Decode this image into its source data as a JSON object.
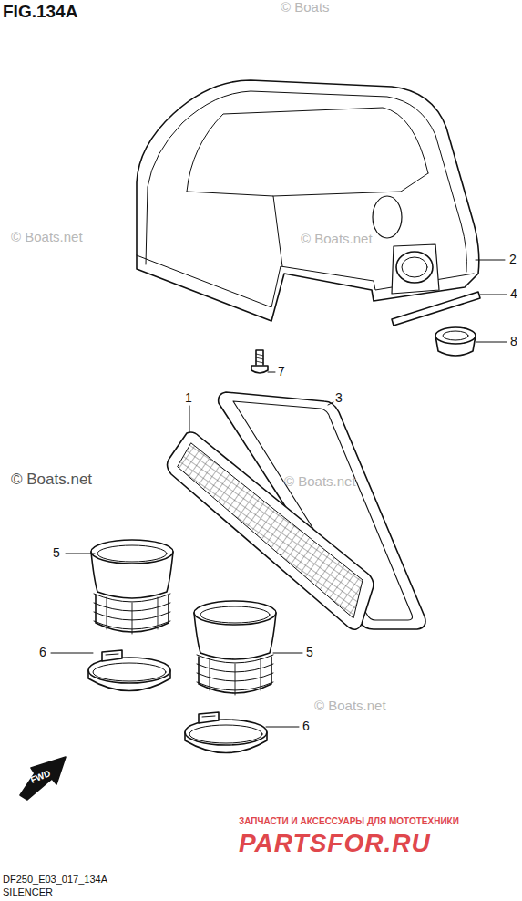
{
  "diagram": {
    "title": "FIG.134A",
    "caption": "SILENCER",
    "labels": [
      "© Boats",
      "© Boats.net",
      "© Boats.net",
      "2",
      "4",
      "8",
      "7",
      "1",
      "3",
      "© Boats.net",
      "© Boats.net",
      "5",
      "6",
      "5",
      "© Boats.net",
      "6",
      "FWD",
      "ЗАПЧАСТИ И АКСЕССУАРЫ ДЛЯ МОТОТЕХНИКИ",
      "PARTSFOR.RU",
      "DF250_E03_017_134A"
    ]
  }
}
